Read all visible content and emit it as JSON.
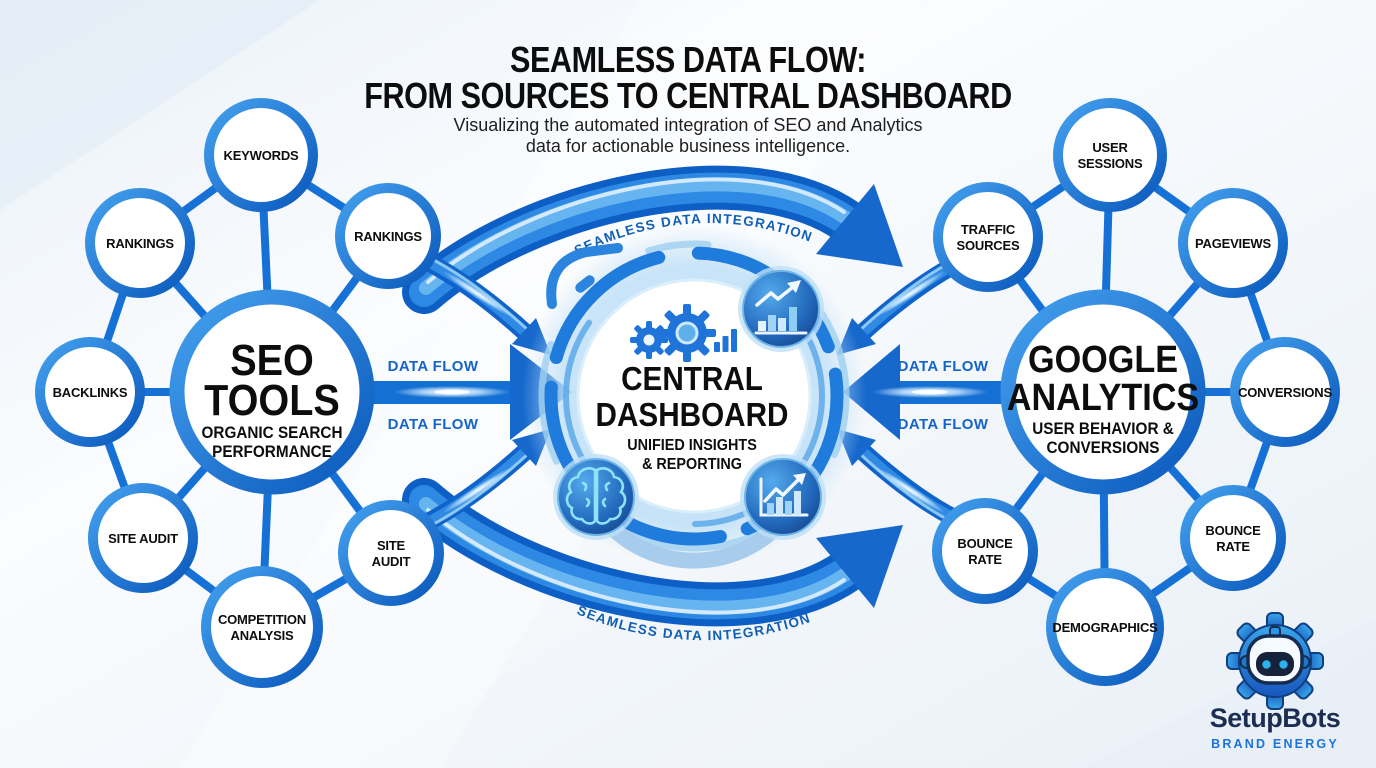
{
  "title": {
    "line1": "SEAMLESS DATA FLOW:",
    "line2": "FROM SOURCES TO CENTRAL DASHBOARD",
    "subtitle_line1": "Visualizing the automated integration of SEO and Analytics",
    "subtitle_line2": "data for actionable business intelligence."
  },
  "left_hub": {
    "title_line1": "SEO",
    "title_line2": "TOOLS",
    "subtitle_line1": "ORGANIC SEARCH",
    "subtitle_line2": "PERFORMANCE",
    "satellites": [
      {
        "lines": [
          "KEYWORDS"
        ]
      },
      {
        "lines": [
          "RANKINGS"
        ]
      },
      {
        "lines": [
          "RANKINGS"
        ]
      },
      {
        "lines": [
          "BACKLINKS"
        ]
      },
      {
        "lines": [
          "SITE AUDIT"
        ]
      },
      {
        "lines": [
          "COMPETITION",
          "ANALYSIS"
        ]
      },
      {
        "lines": [
          "SITE",
          "AUDIT"
        ]
      }
    ]
  },
  "center_hub": {
    "title_line1": "CENTRAL",
    "title_line2": "DASHBOARD",
    "subtitle_line1": "UNIFIED INSIGHTS",
    "subtitle_line2": "& REPORTING"
  },
  "right_hub": {
    "title_line1": "GOOGLE",
    "title_line2": "ANALYTICS",
    "subtitle_line1": "USER BEHAVIOR &",
    "subtitle_line2": "CONVERSIONS",
    "satellites": [
      {
        "lines": [
          "USER",
          "SESSIONS"
        ]
      },
      {
        "lines": [
          "TRAFFIC",
          "SOURCES"
        ]
      },
      {
        "lines": [
          "PAGEVIEWS"
        ]
      },
      {
        "lines": [
          "CONVERSIONS"
        ]
      },
      {
        "lines": [
          "BOUNCE",
          "RATE"
        ]
      },
      {
        "lines": [
          "BOUNCE",
          "RATE"
        ]
      },
      {
        "lines": [
          "DEMOGRAPHICS"
        ]
      }
    ]
  },
  "flow_labels": {
    "data_flow": "DATA FLOW",
    "seamless_integration": "SEAMLESS DATA INTEGRATION"
  },
  "logo": {
    "name": "SetupBots",
    "tagline": "BRAND ENERGY"
  },
  "icons": {
    "center_top": "gears-and-bar-chart-icon",
    "badge_top_right": "growth-chart-arrow-icon",
    "badge_bottom_left": "brain-ai-icon",
    "badge_bottom_right": "analytics-bars-trend-icon",
    "brand": "robot-gear-icon"
  },
  "colors": {
    "primary_blue": "#1571d6",
    "deep_blue": "#0b5ac0",
    "sky_blue": "#7ec2f4",
    "label_blue": "#1565c8",
    "text_black": "#0d0d0d",
    "badge_navy": "#1d4f9e",
    "logo_navy": "#1c2d52",
    "background": "#f3f7fb"
  }
}
